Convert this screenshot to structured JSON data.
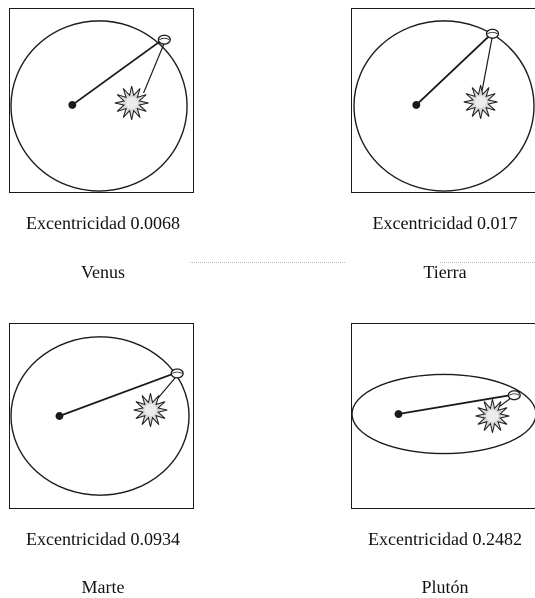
{
  "colors": {
    "ink": "#1a1a1a",
    "sun_fill": "#d8d8d8",
    "background": "#ffffff"
  },
  "panels": [
    {
      "id": "venus",
      "eccentricity_label": "Excentricidad 0.0068",
      "planet_label": "Venus",
      "eccentricity": 0.0068
    },
    {
      "id": "tierra",
      "eccentricity_label": "Excentricidad 0.017",
      "planet_label": "Tierra",
      "eccentricity": 0.017
    },
    {
      "id": "marte",
      "eccentricity_label": "Excentricidad 0.0934",
      "planet_label": "Marte",
      "eccentricity": 0.0934
    },
    {
      "id": "pluton",
      "eccentricity_label": "Excentricidad 0.2482",
      "planet_label": "Plutón",
      "eccentricity": 0.2482
    }
  ]
}
